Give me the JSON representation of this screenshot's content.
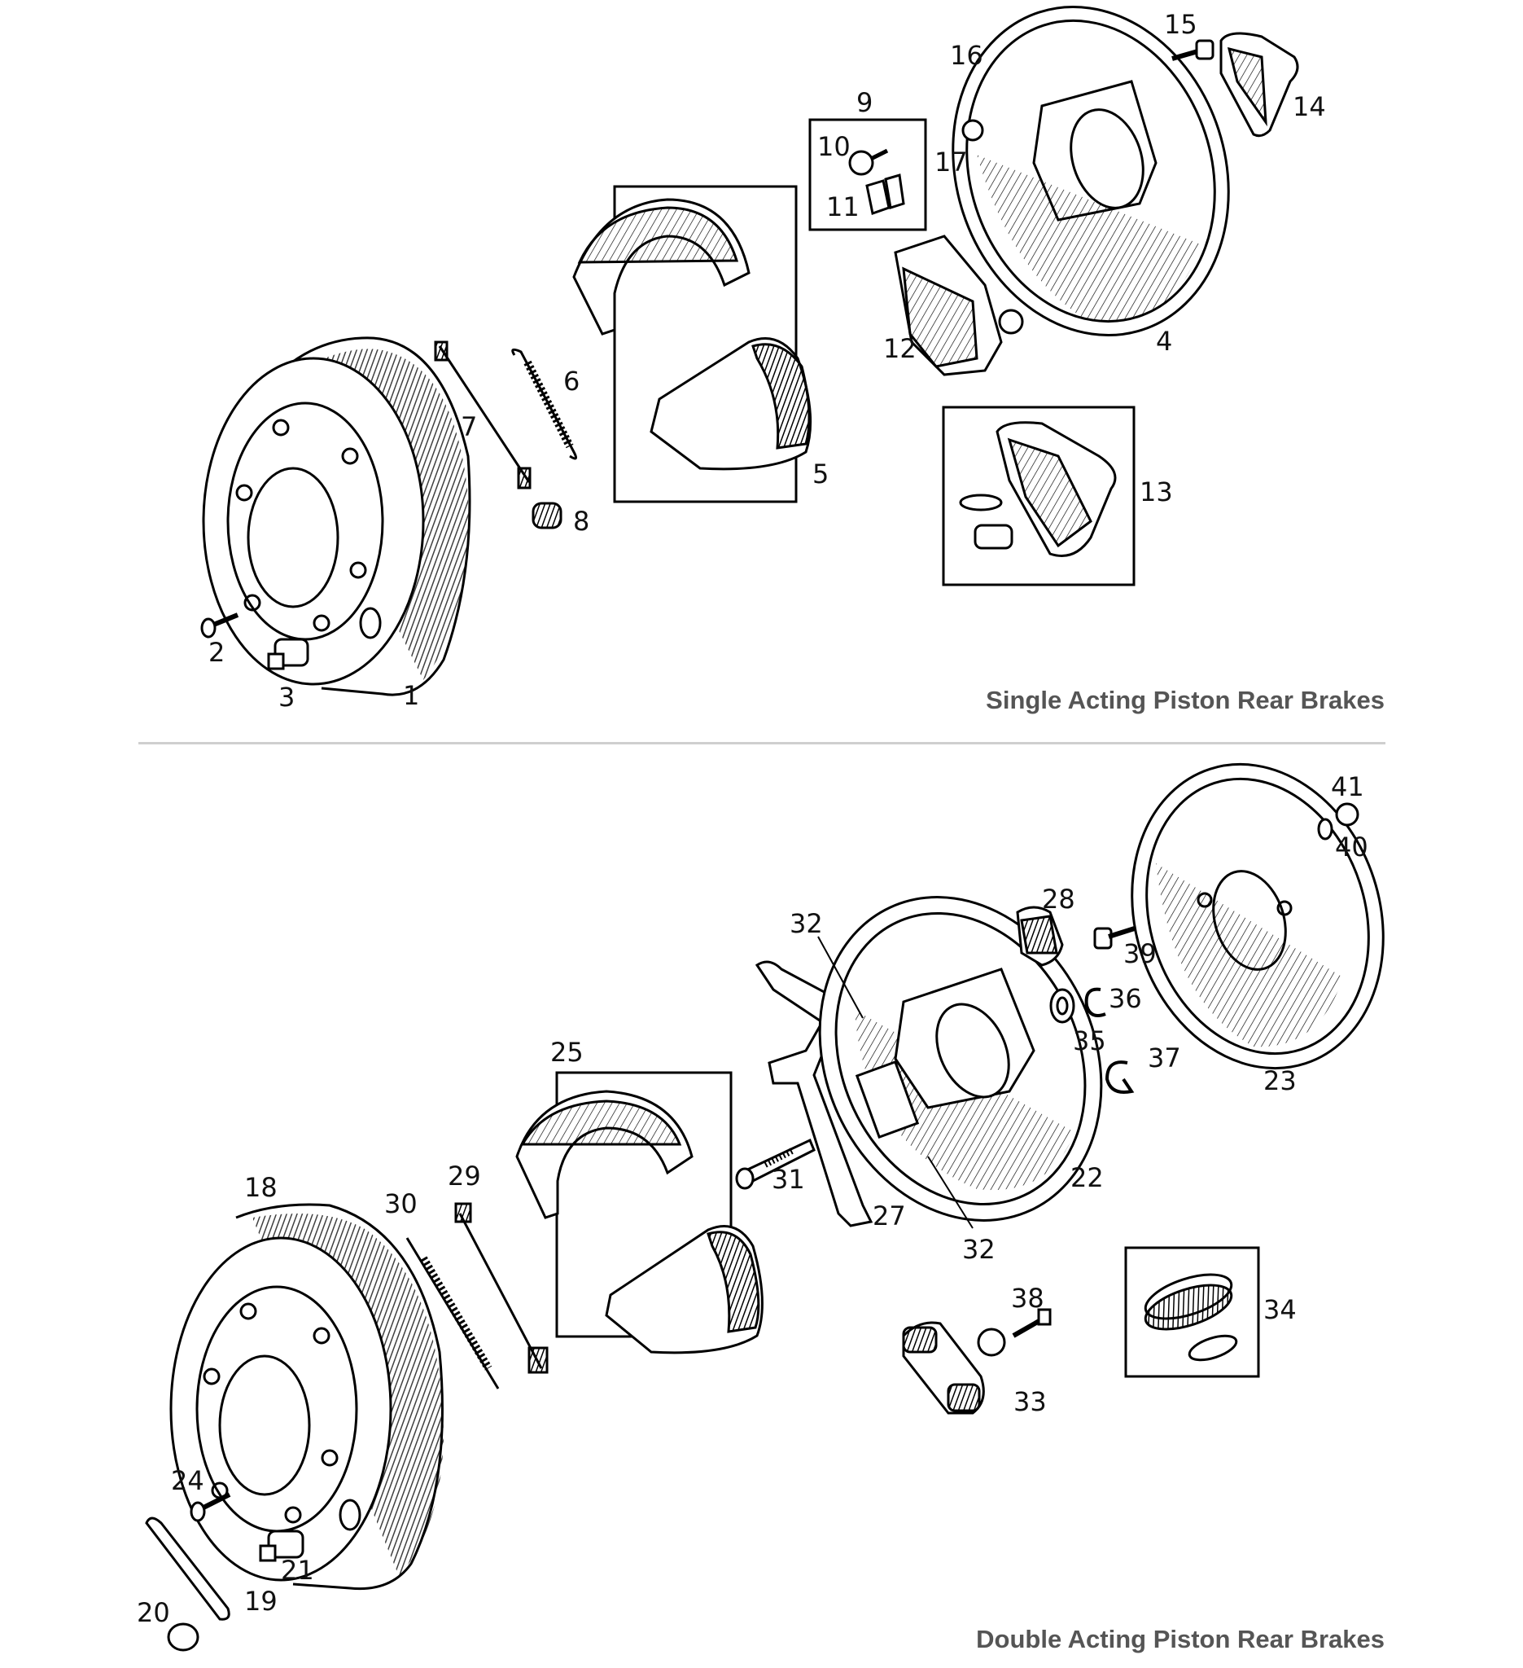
{
  "sections": {
    "single": {
      "title": "Single Acting Piston Rear Brakes"
    },
    "double": {
      "title": "Double Acting Piston Rear Brakes"
    }
  },
  "labels": {
    "single": [
      "1",
      "2",
      "3",
      "4",
      "5",
      "6",
      "7",
      "8",
      "9",
      "10",
      "11",
      "12",
      "13",
      "14",
      "15",
      "16",
      "17"
    ],
    "double": [
      "18",
      "19",
      "20",
      "21",
      "22",
      "23",
      "24",
      "25",
      "27",
      "28",
      "29",
      "30",
      "31",
      "32",
      "32",
      "33",
      "34",
      "35",
      "36",
      "37",
      "38",
      "39",
      "40",
      "41"
    ]
  }
}
